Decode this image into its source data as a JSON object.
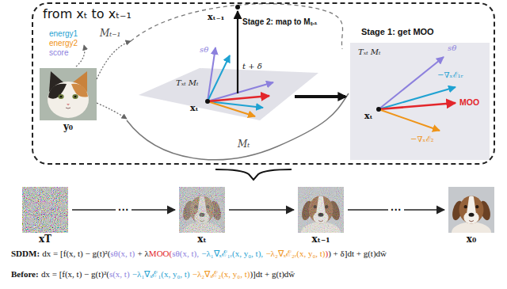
{
  "diagram": {
    "nodes": [
      {
        "text": [
          "from xₜ to xₜ₋₁"
        ]
      },
      {
        "text": [
          "y₀"
        ],
        "in": 0
      },
      {
        "text": [
          "Stage 1: get MOO"
        ],
        "in": 0
      },
      {
        "text": [
          "xT"
        ]
      },
      {
        "text": [
          "xₜ"
        ]
      },
      {
        "text": [
          "xₜ₋₁"
        ]
      },
      {
        "text": [
          "x₀"
        ]
      }
    ],
    "edges": [
      {
        "from": 3,
        "to": 4,
        "arrow": "to",
        "label": "···"
      },
      {
        "from": 4,
        "to": 5,
        "arrow": "to"
      },
      {
        "from": 5,
        "to": 6,
        "arrow": "to",
        "label": "···"
      }
    ],
    "labels": [
      "energy1",
      "energy2",
      "score",
      "Mₜ₋₁",
      "Mₜ",
      "Tₓₜ Mₜ",
      "xₜ₋₁",
      "Stage 2: map to Mₜ₋₁",
      "sθ",
      "t + δ",
      "xₜ",
      "Tₓₜ Mₜ",
      "sθ",
      "−∇ₓℰ₁ᵣ",
      "MOO",
      "−∇ₓℰ₂",
      "xₜ",
      "SDDM:",
      "dx = [f(x, t) − g(t)²(",
      "sθ(x, t)",
      "+ λ",
      "MOO(",
      "sθ(x, t),",
      "−λ₁∇ₓℰ₁ᵣ(x, y₀, t),",
      "−λ₂∇ₓℰ₂ᵣ(x, y₀, t)",
      ")",
      ") + δ]dt + g(t)dw̄",
      "Before:",
      "dx = [f(x, t) − g(t)²(",
      "s(x, t)",
      "−λ₁∇ₓℰ₁(x, y₀, t)",
      "−λ₂∇ₓℰ₂(x, y₀, t)",
      ")]dt + g(t)dw̄"
    ]
  }
}
